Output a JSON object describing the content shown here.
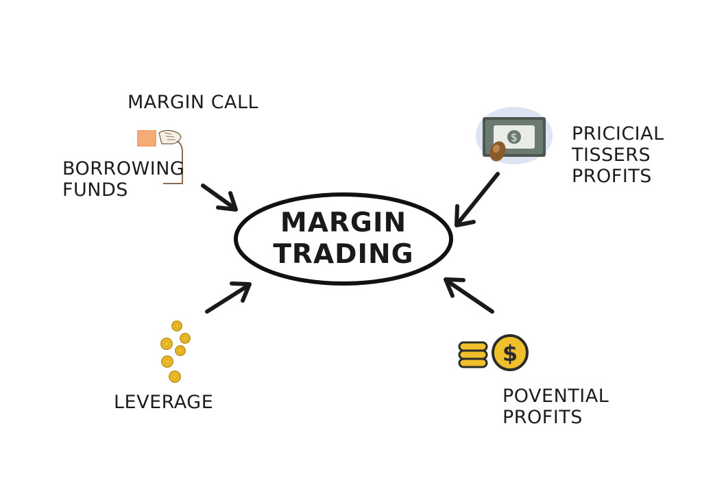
{
  "center": {
    "line1": "MARGIN",
    "line2": "TRADING"
  },
  "nodes": {
    "margin_call": {
      "label": "MARGIN CALL"
    },
    "borrowing_funds": {
      "line1": "BORROWING",
      "line2": "FUNDS"
    },
    "financial": {
      "line1": "PRICICIAL",
      "line2": "TISSERS",
      "line3": "PROFITS"
    },
    "leverage": {
      "label": "LEVERAGE"
    },
    "potential_profits": {
      "line1": "POVENTIAL",
      "line2": "PROFITS"
    }
  },
  "icons": {
    "borrowing": "hand-with-cash-icon",
    "financial": "cash-stack-icon",
    "leverage": "gold-coins-icon",
    "potential": "dollar-coin-icon",
    "money_symbol": "$"
  },
  "colors": {
    "ink": "#1a1a1a",
    "coin_gold": "#f0c02c",
    "coin_edge": "#c8961a",
    "cash_green": "#6b7a6e",
    "note_paper": "#f2a36b",
    "halo_blue": "#dde4f1"
  }
}
